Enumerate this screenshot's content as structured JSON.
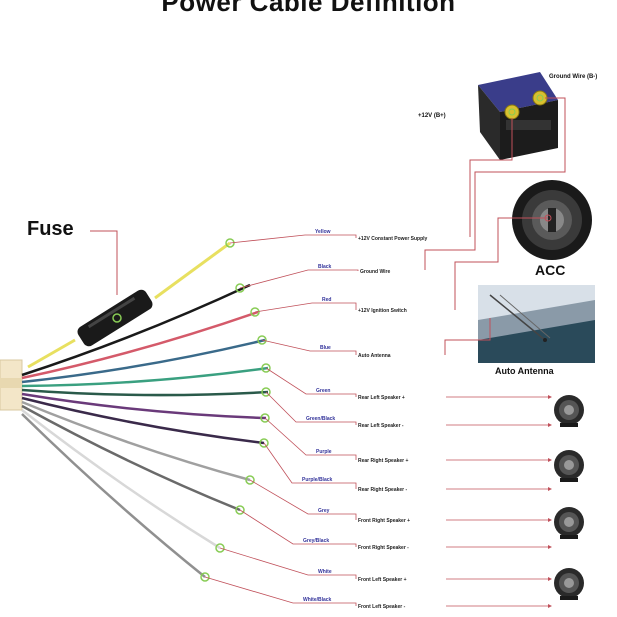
{
  "title": "Power Cable Definition",
  "labels": {
    "fuse": "Fuse",
    "acc": "ACC",
    "auto_antenna": "Auto Antenna",
    "plus12v": "+12V (B+)",
    "ground_wire": "Ground Wire (B-)"
  },
  "wires": [
    {
      "name": "Yellow",
      "function": "+12V Constant Power Supply",
      "color": "#e8e060"
    },
    {
      "name": "Black",
      "function": "Ground Wire",
      "color": "#1a1a1a"
    },
    {
      "name": "Red",
      "function": "+12V Ignition Switch",
      "color": "#d45a6a"
    },
    {
      "name": "Blue",
      "function": "Auto Antenna",
      "color": "#3a6a8a"
    },
    {
      "name": "Green",
      "function": "Rear Left Speaker +",
      "color": "#3aa080"
    },
    {
      "name": "Green/Black",
      "function": "Rear Left Speaker -",
      "color": "#2a5a4a"
    },
    {
      "name": "Purple",
      "function": "Rear Right Speaker +",
      "color": "#6a3a7a"
    },
    {
      "name": "Purple/Black",
      "function": "Rear Right Speaker -",
      "color": "#3a2a4a"
    },
    {
      "name": "Grey",
      "function": "Front Right Speaker +",
      "color": "#a0a0a0"
    },
    {
      "name": "Grey/Black",
      "function": "Front Right Speaker -",
      "color": "#6a6a6a"
    },
    {
      "name": "White",
      "function": "Front Left Speaker +",
      "color": "#d8d8d8"
    },
    {
      "name": "White/Black",
      "function": "Front Left Speaker -",
      "color": "#909090"
    }
  ],
  "colors": {
    "leader_line": "#c0505a",
    "marker_green": "#88cc55",
    "fuse_body": "#1a1a1a"
  }
}
